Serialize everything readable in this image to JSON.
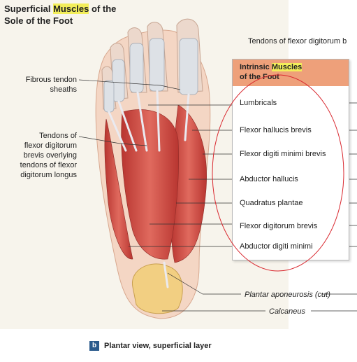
{
  "title": {
    "line1_prefix": "Superficial ",
    "line1_highlight": "Muscles",
    "line1_suffix": " of the",
    "line2": "Sole of the Foot"
  },
  "header_right": "Tendons of flexor digitorum b",
  "left_labels": {
    "fibrous_tendon": "Fibrous tendon\nsheaths",
    "tendons_fdb": "Tendons of\nflexor digitorum\nbrevis overlying\ntendons of flexor\ndigitorum longus"
  },
  "box": {
    "title_line1_highlight_prefix": "Intrinsic ",
    "title_line1_highlight": "Muscles",
    "title_line2": "of the Foot",
    "items": [
      "Lumbricals",
      "Flexor hallucis brevis",
      "Flexor digiti minimi brevis",
      "Abductor hallucis",
      "Quadratus plantae",
      "Flexor digitorum brevis",
      "Abductor digiti minimi"
    ]
  },
  "bottom_labels": {
    "plantar": "Plantar aponeurosis (cut)",
    "calcaneus": "Calcaneus"
  },
  "caption": {
    "badge": "b",
    "text": "Plantar view, superficial layer"
  },
  "colors": {
    "muscle": "#c8453f",
    "tendon": "#e6e6ea",
    "fat": "#f2cf82",
    "box_header": "#eea07a",
    "highlight": "#f3ee5a",
    "annotation_ellipse": "#d9272e",
    "badge": "#2a5a8c"
  }
}
